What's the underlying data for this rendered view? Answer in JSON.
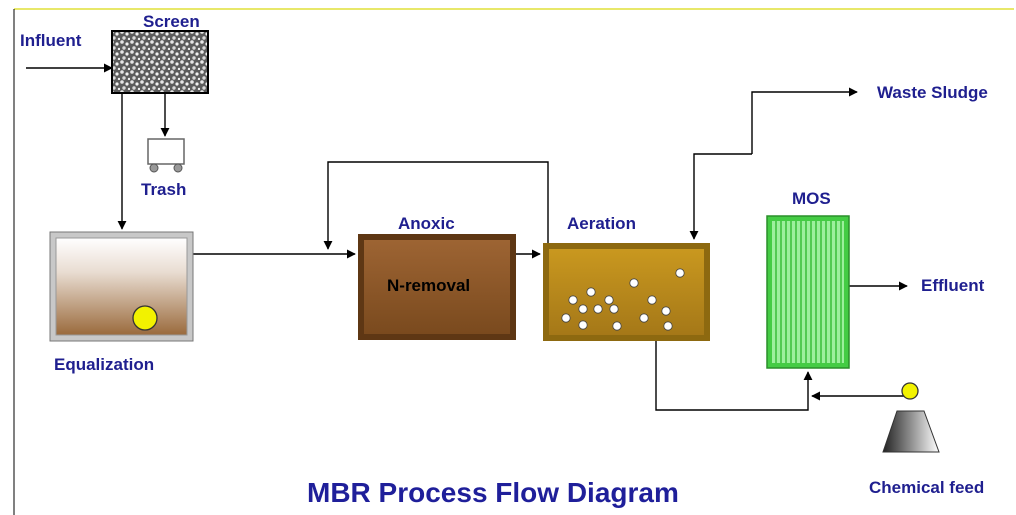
{
  "title": "MBR Process Flow Diagram",
  "labels": {
    "influent": "Influent",
    "screen": "Screen",
    "trash": "Trash",
    "equalization": "Equalization",
    "anoxic": "Anoxic",
    "n_removal": "N-removal",
    "aeration": "Aeration",
    "mos": "MOS",
    "waste_sludge": "Waste Sludge",
    "effluent": "Effluent",
    "chemical_feed": "Chemical feed"
  },
  "colors": {
    "text": "#1f1f8f",
    "frame_top": "#e8e86a",
    "screen_fill": "#7a7a7a",
    "anoxic_tank": "#8a5524",
    "aeration_tank": "#b3851d",
    "equalization_liquid": "#9a6a3c",
    "membrane": "#7ee07e",
    "pump": "#f2f200",
    "bubble": "#ffffff"
  }
}
